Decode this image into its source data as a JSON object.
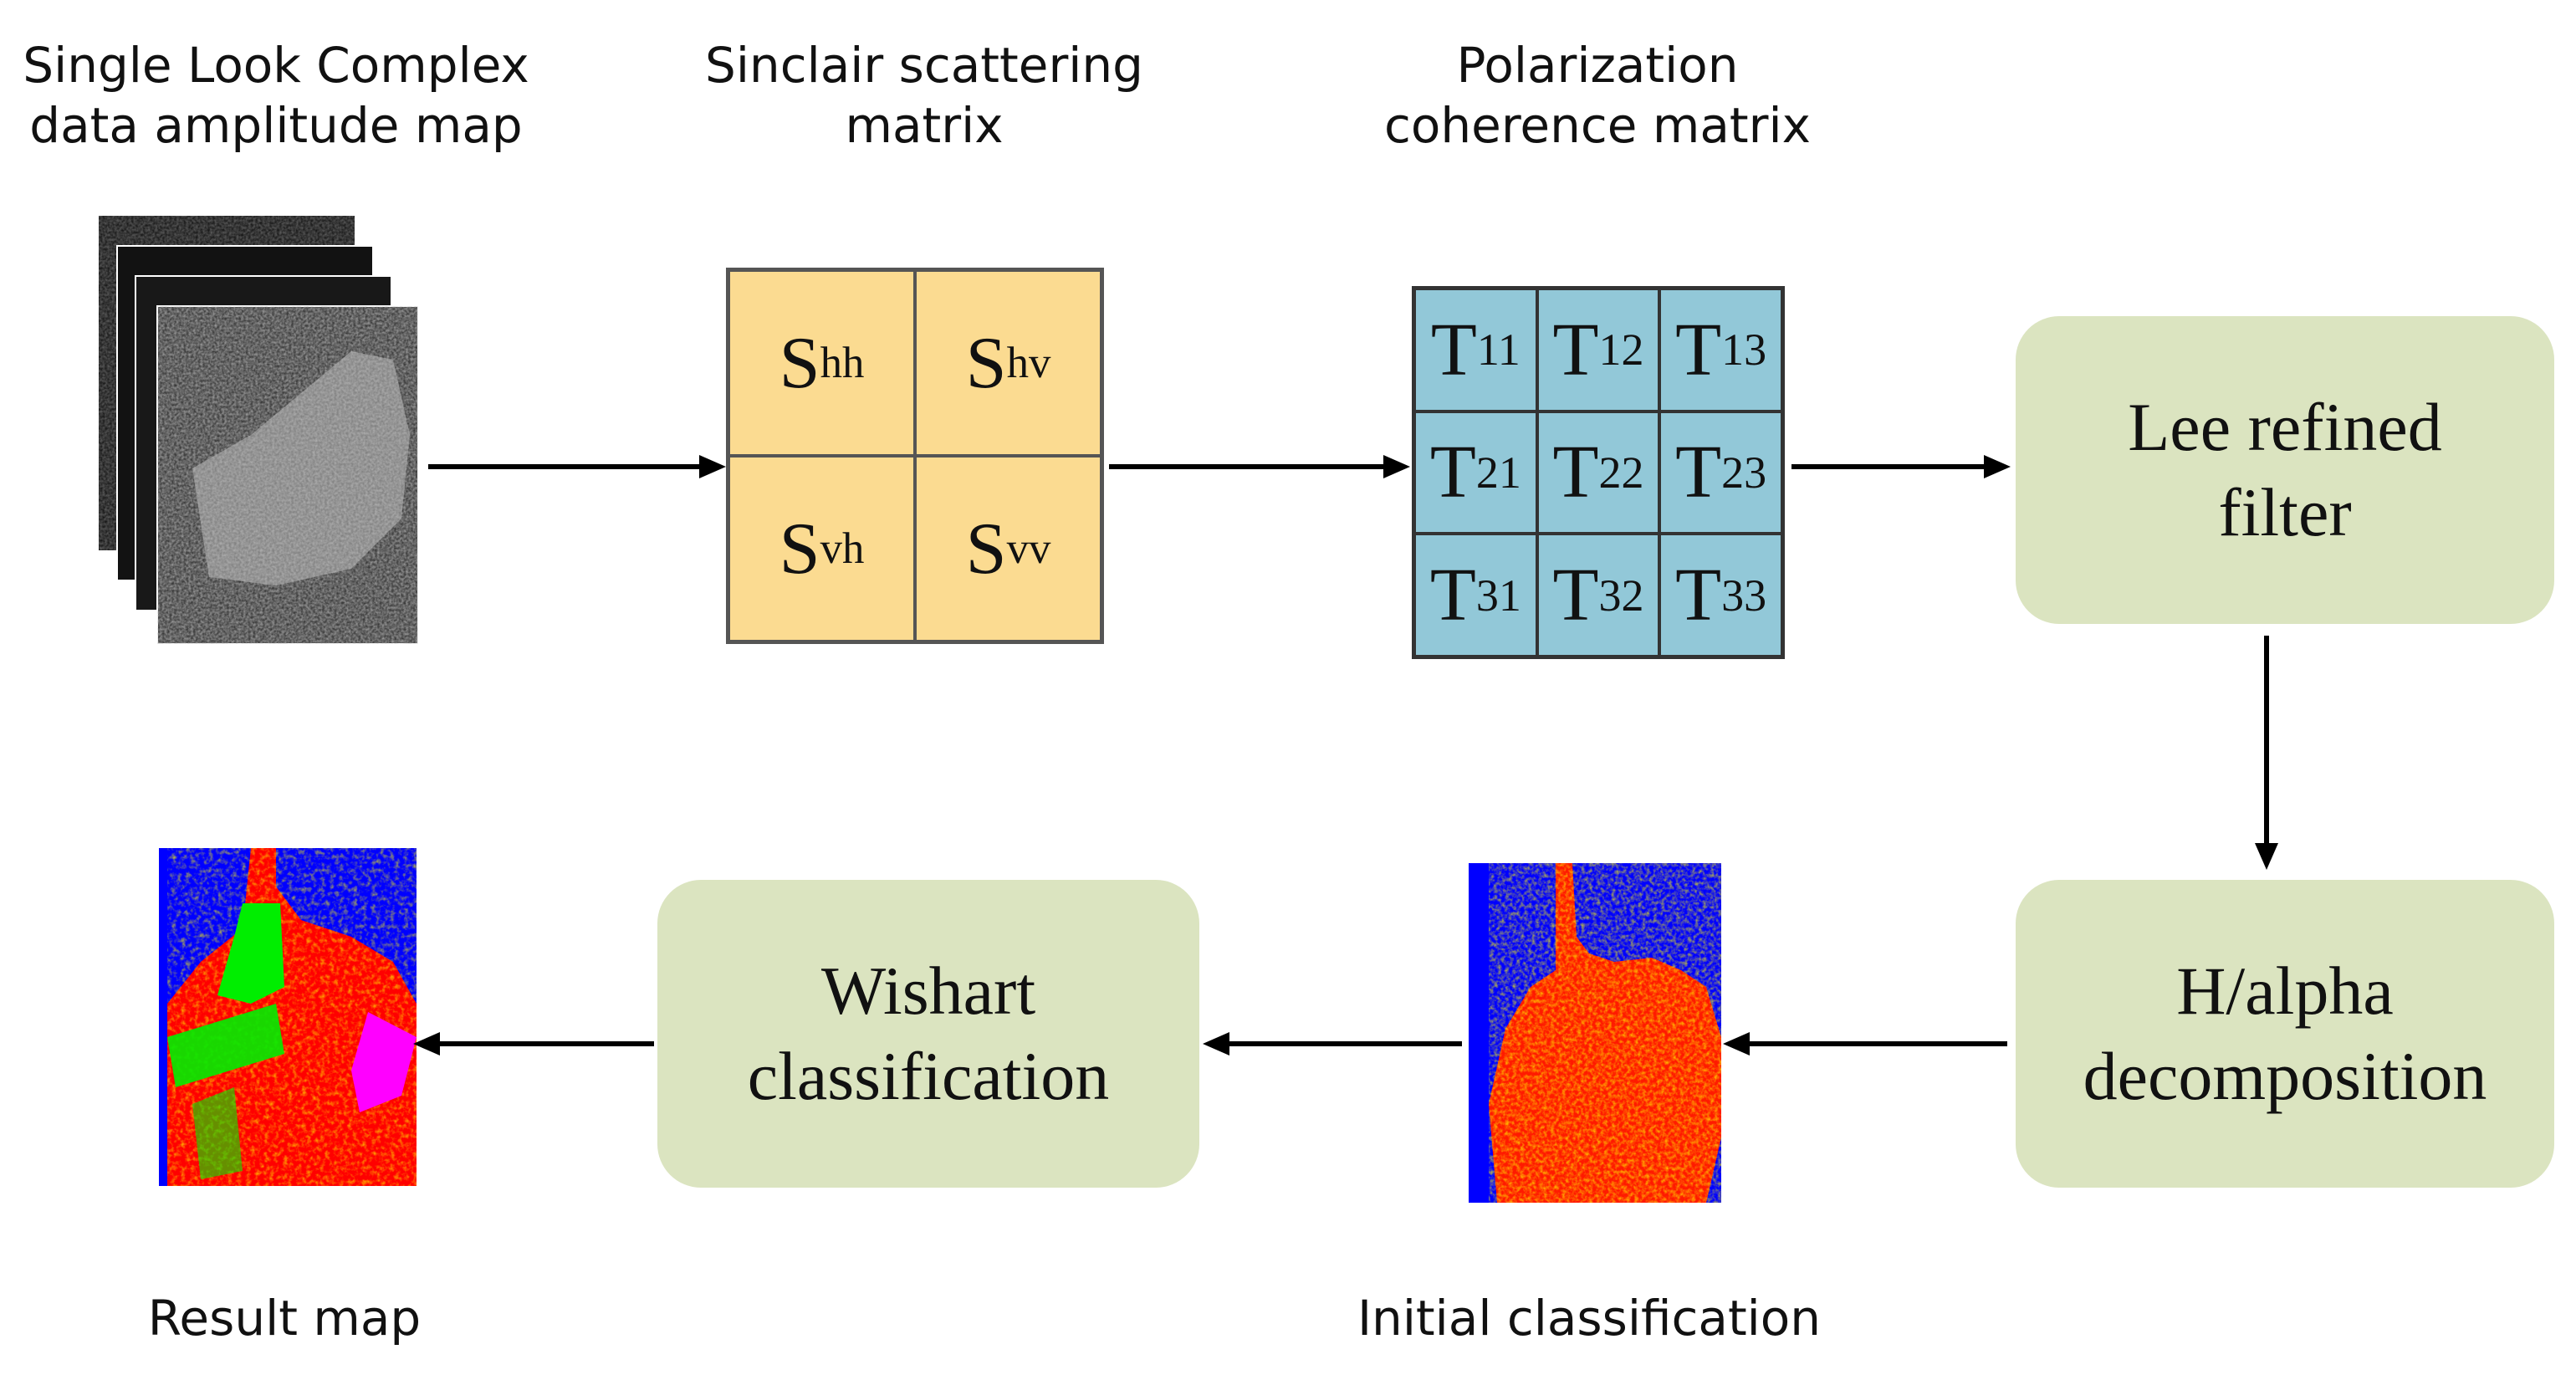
{
  "labels": {
    "slc": [
      "Single Look Complex",
      "data amplitude map"
    ],
    "sinclair": [
      "Sinclair scattering",
      "matrix"
    ],
    "coherence": [
      "Polarization",
      "coherence matrix"
    ],
    "result": "Result map",
    "initial": "Initial classification"
  },
  "boxes": {
    "lee": [
      "Lee refined",
      "filter"
    ],
    "halpha": [
      "H/alpha",
      "decomposition"
    ],
    "wishart": [
      "Wishart",
      "classification"
    ]
  },
  "sinclair_matrix": [
    {
      "base": "S",
      "sub": "hh"
    },
    {
      "base": "S",
      "sub": "hv"
    },
    {
      "base": "S",
      "sub": "vh"
    },
    {
      "base": "S",
      "sub": "vv"
    }
  ],
  "coherence_matrix": [
    {
      "base": "T",
      "sub": "11"
    },
    {
      "base": "T",
      "sub": "12"
    },
    {
      "base": "T",
      "sub": "13"
    },
    {
      "base": "T",
      "sub": "21"
    },
    {
      "base": "T",
      "sub": "22"
    },
    {
      "base": "T",
      "sub": "23"
    },
    {
      "base": "T",
      "sub": "31"
    },
    {
      "base": "T",
      "sub": "32"
    },
    {
      "base": "T",
      "sub": "33"
    }
  ],
  "colors": {
    "box_fill": "#dbe4c0",
    "sinclair_fill": "#fbdb91",
    "coherence_fill": "#92c8d8",
    "class_water": "#0000ff",
    "class_red": "#ff0000",
    "class_yellow": "#ffff00",
    "class_green": "#00ff00",
    "class_magenta": "#ff00ff"
  }
}
